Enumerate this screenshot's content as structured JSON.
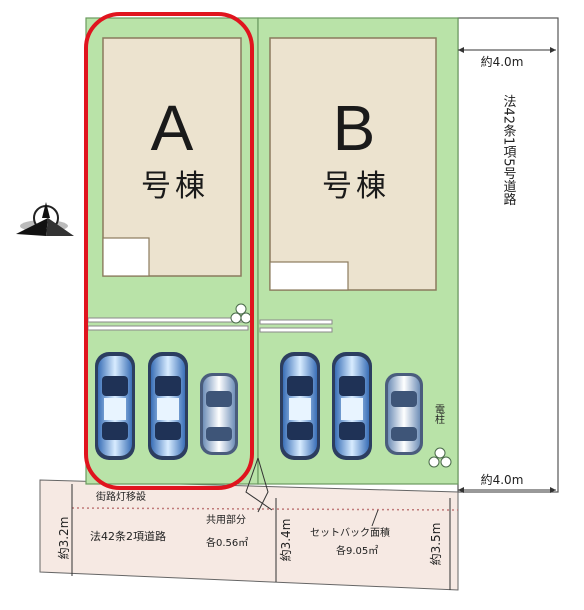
{
  "lots": {
    "a": {
      "letter": "A",
      "label": "号棟"
    },
    "b": {
      "letter": "B",
      "label": "号棟"
    }
  },
  "road_right": {
    "label": "法42条1項5号道路",
    "width_top": "約4.0m",
    "width_bottom": "約4.0m"
  },
  "road_bottom": {
    "label": "法42条2項道路",
    "width_left": "約3.2m",
    "width_mid": "約3.4m",
    "width_right": "約3.5m"
  },
  "notes": {
    "streetlight": "街路灯移設",
    "shared_title": "共用部分",
    "shared_area": "各0.56㎡",
    "setback_title": "セットバック面積",
    "setback_area": "各9.05㎡",
    "pole": "電柱"
  },
  "colors": {
    "lot_green": "#b9e3a8",
    "house_beige": "#ece3cf",
    "highlight": "#e0141e",
    "road_pink": "#f4e7e1"
  }
}
